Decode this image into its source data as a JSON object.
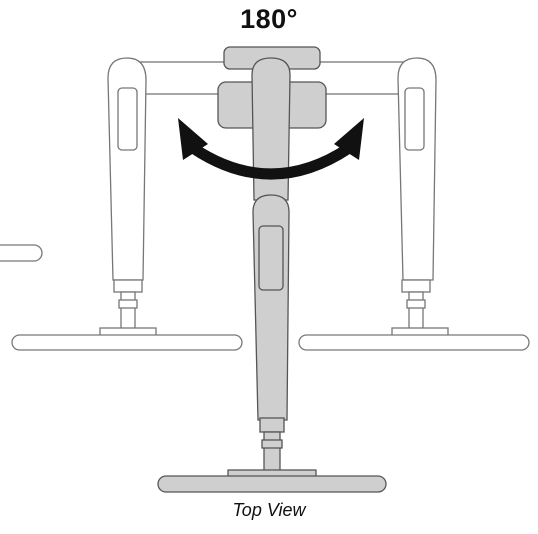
{
  "rotation": {
    "label": "180°"
  },
  "caption": "Top View",
  "colors": {
    "outline": "#777777",
    "ghost_fill": "#ffffff",
    "solid_fill": "#cfcfcf",
    "arrow": "#111111"
  },
  "icons": {
    "rotation_arrow": "double-headed-curved-arrow"
  }
}
